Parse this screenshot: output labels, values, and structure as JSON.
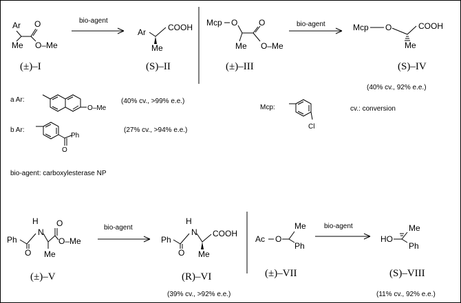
{
  "reagent_label": "bio-agent",
  "reagent_definition": "bio-agent: carboxylesterase NP",
  "conversion_note": "cv.: conversion",
  "atoms": {
    "ar": "Ar",
    "me": "Me",
    "ome": "O–Me",
    "o": "O",
    "cooh": "COOH",
    "mcp": "Mcp",
    "h": "H",
    "n": "N",
    "ph": "Ph",
    "ac": "Ac",
    "ho": "HO",
    "cl": "Cl"
  },
  "compounds": {
    "c1": "(±)–I",
    "c2": "(S)–II",
    "c3": "(±)–III",
    "c4": "(S)–IV",
    "c5": "(±)–V",
    "c6": "(R)–VI",
    "c7": "(±)–VII",
    "c8": "(S)–VIII"
  },
  "results": {
    "r_a": "(40% cv., >99% e.e.)",
    "r_b": "(27% cv., >94% e.e.)",
    "r_iv": "(40% cv., 92% e.e.)",
    "r_vi": "(39% cv., >92% e.e.)",
    "r_viii": "(11% cv., 92% e.e.)"
  },
  "substituents": {
    "a_label": "a Ar:",
    "b_label": "b Ar:",
    "mcp_label": "Mcp:"
  }
}
